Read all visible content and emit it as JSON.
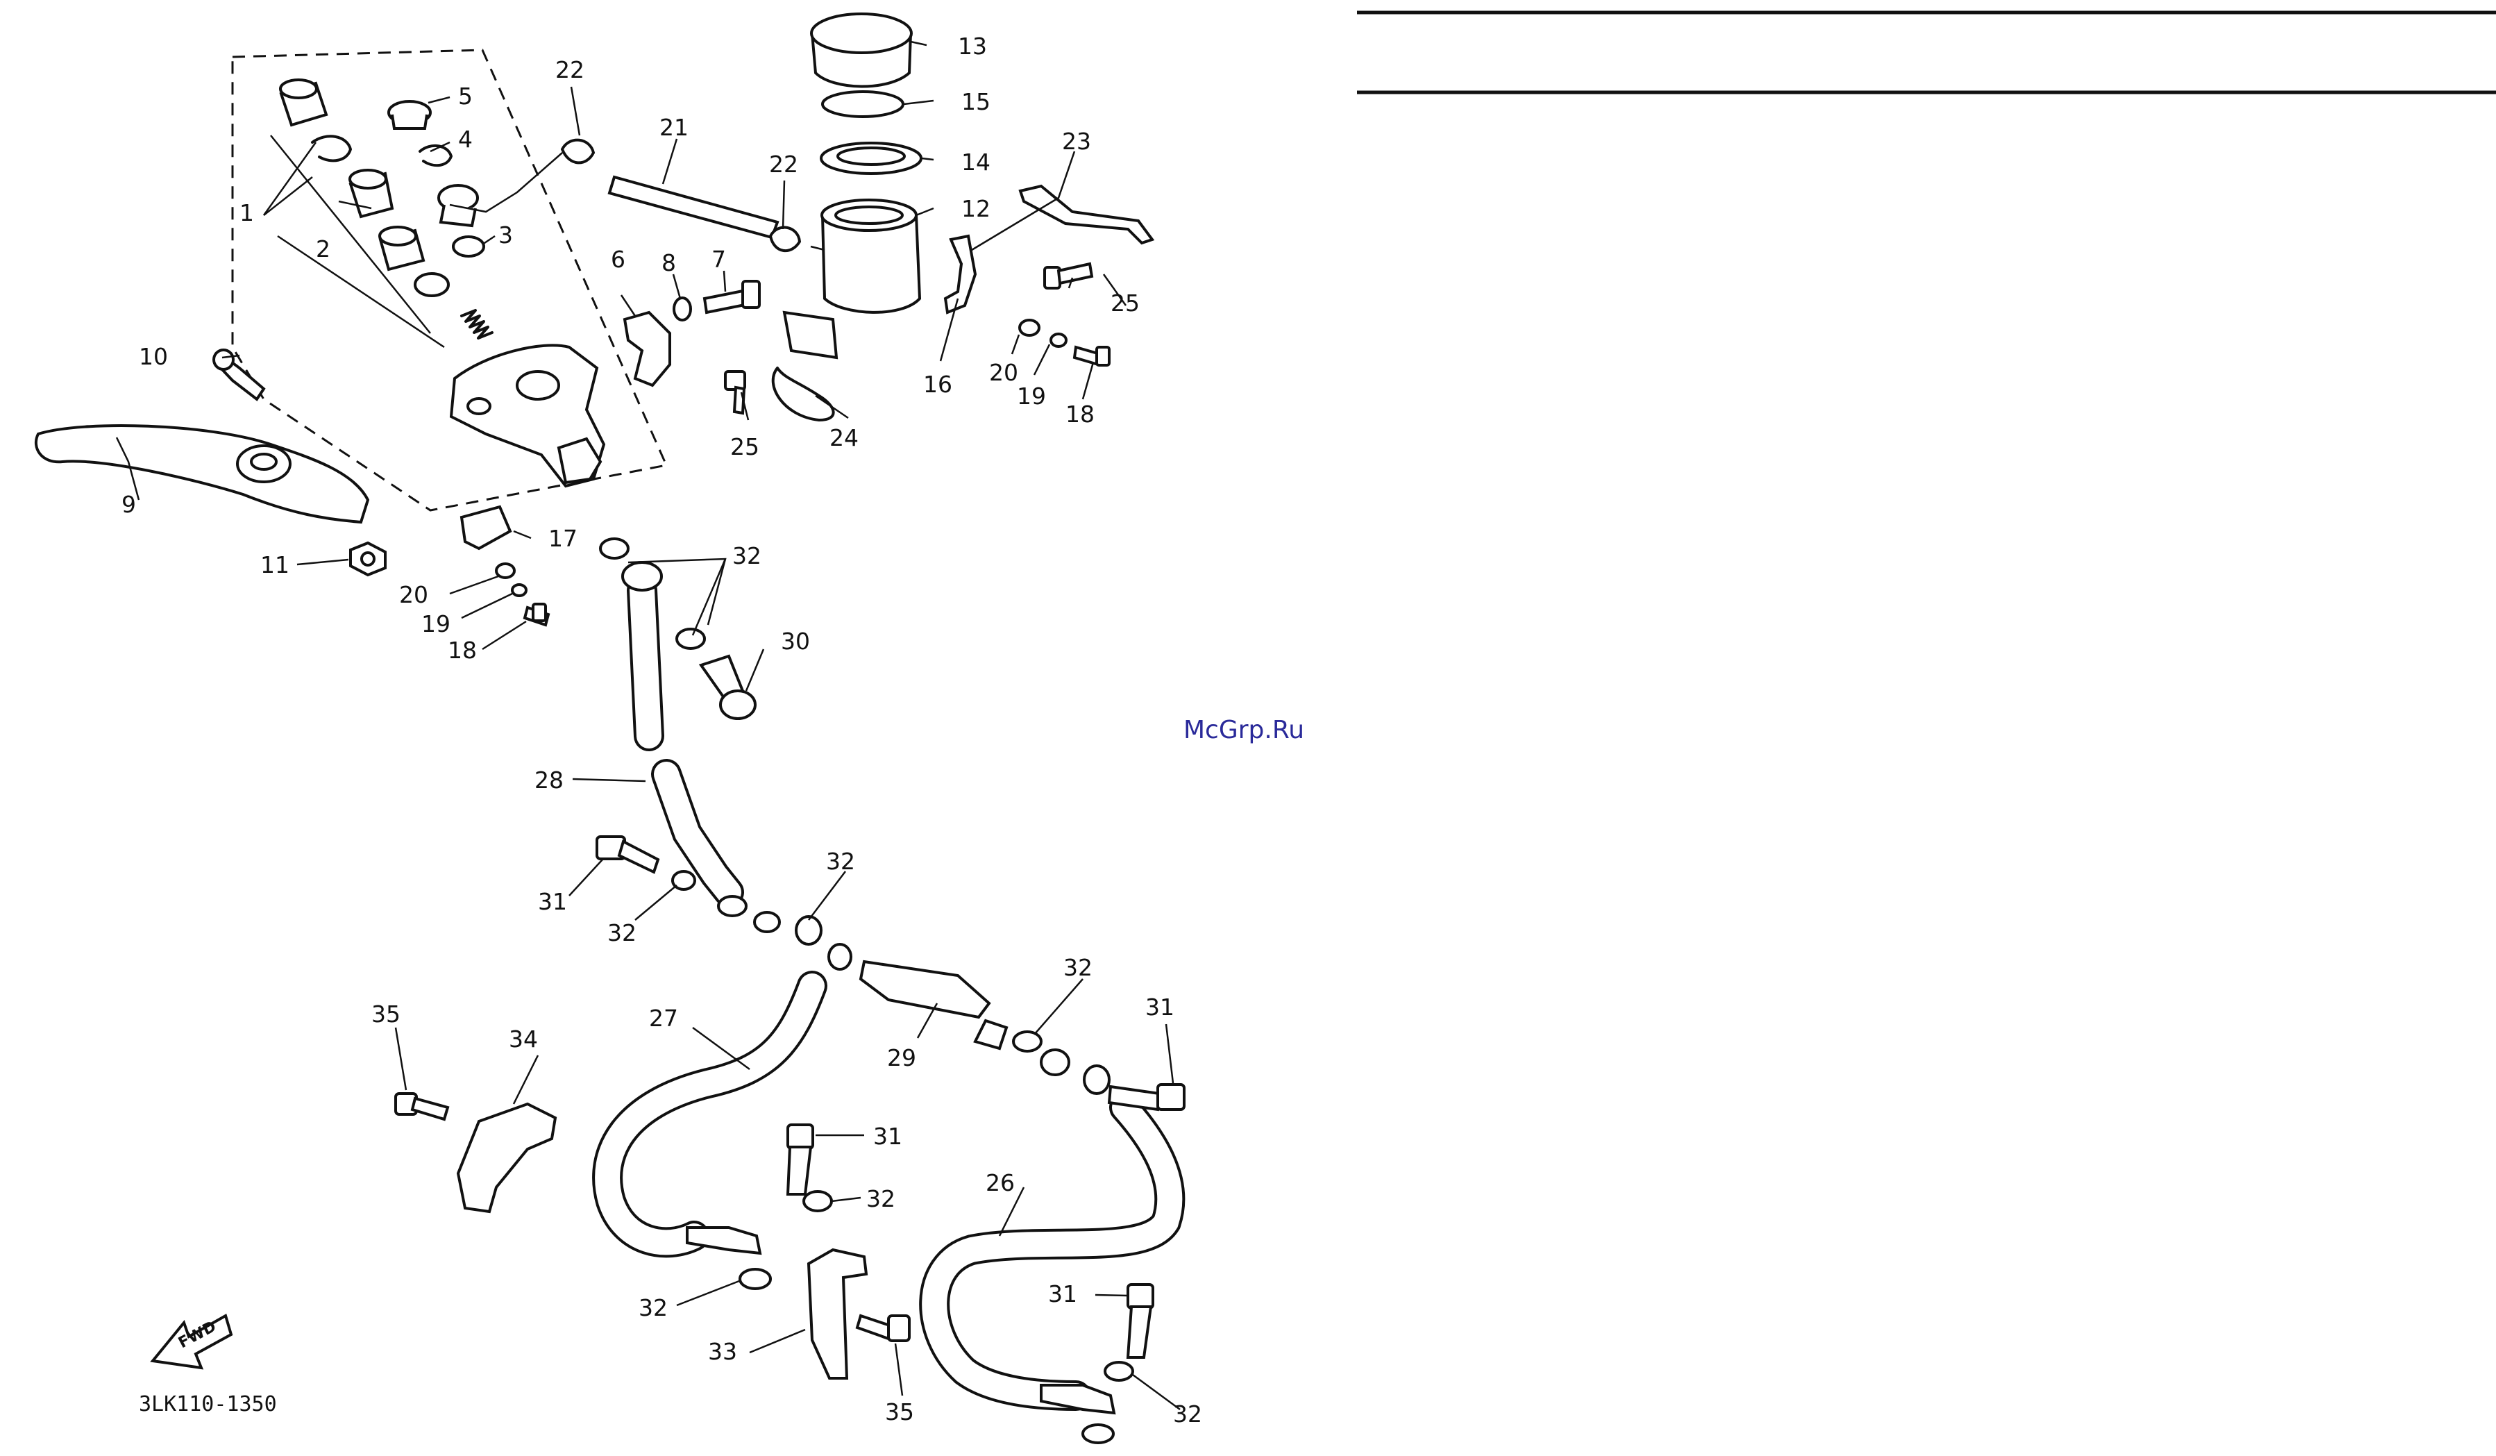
{
  "watermark": "McGrp.Ru",
  "diagram_code": "3LK110-1350",
  "fwd_arrow_text": "FWD",
  "callouts": [
    {
      "id": "c1",
      "text": "1"
    },
    {
      "id": "c2",
      "text": "2"
    },
    {
      "id": "c3",
      "text": "3"
    },
    {
      "id": "c4",
      "text": "4"
    },
    {
      "id": "c5",
      "text": "5"
    },
    {
      "id": "c6",
      "text": "6"
    },
    {
      "id": "c7",
      "text": "7"
    },
    {
      "id": "c8",
      "text": "8"
    },
    {
      "id": "c9",
      "text": "9"
    },
    {
      "id": "c10",
      "text": "10"
    },
    {
      "id": "c11",
      "text": "11"
    },
    {
      "id": "c12",
      "text": "12"
    },
    {
      "id": "c13",
      "text": "13"
    },
    {
      "id": "c14",
      "text": "14"
    },
    {
      "id": "c15",
      "text": "15"
    },
    {
      "id": "c16",
      "text": "16"
    },
    {
      "id": "c17",
      "text": "17"
    },
    {
      "id": "c18a",
      "text": "18"
    },
    {
      "id": "c18b",
      "text": "18"
    },
    {
      "id": "c19a",
      "text": "19"
    },
    {
      "id": "c19b",
      "text": "19"
    },
    {
      "id": "c20a",
      "text": "20"
    },
    {
      "id": "c20b",
      "text": "20"
    },
    {
      "id": "c21",
      "text": "21"
    },
    {
      "id": "c22a",
      "text": "22"
    },
    {
      "id": "c22b",
      "text": "22"
    },
    {
      "id": "c23",
      "text": "23"
    },
    {
      "id": "c24",
      "text": "24"
    },
    {
      "id": "c25a",
      "text": "25"
    },
    {
      "id": "c25b",
      "text": "25"
    },
    {
      "id": "c26",
      "text": "26"
    },
    {
      "id": "c27",
      "text": "27"
    },
    {
      "id": "c28",
      "text": "28"
    },
    {
      "id": "c29",
      "text": "29"
    },
    {
      "id": "c30",
      "text": "30"
    },
    {
      "id": "c31a",
      "text": "31"
    },
    {
      "id": "c31b",
      "text": "31"
    },
    {
      "id": "c31c",
      "text": "31"
    },
    {
      "id": "c31d",
      "text": "31"
    },
    {
      "id": "c32a",
      "text": "32"
    },
    {
      "id": "c32b",
      "text": "32"
    },
    {
      "id": "c32c",
      "text": "32"
    },
    {
      "id": "c32d",
      "text": "32"
    },
    {
      "id": "c32e",
      "text": "32"
    },
    {
      "id": "c32f",
      "text": "32"
    },
    {
      "id": "c32g",
      "text": "32"
    },
    {
      "id": "c33",
      "text": "33"
    },
    {
      "id": "c34",
      "text": "34"
    },
    {
      "id": "c35a",
      "text": "35"
    },
    {
      "id": "c35b",
      "text": "35"
    }
  ]
}
